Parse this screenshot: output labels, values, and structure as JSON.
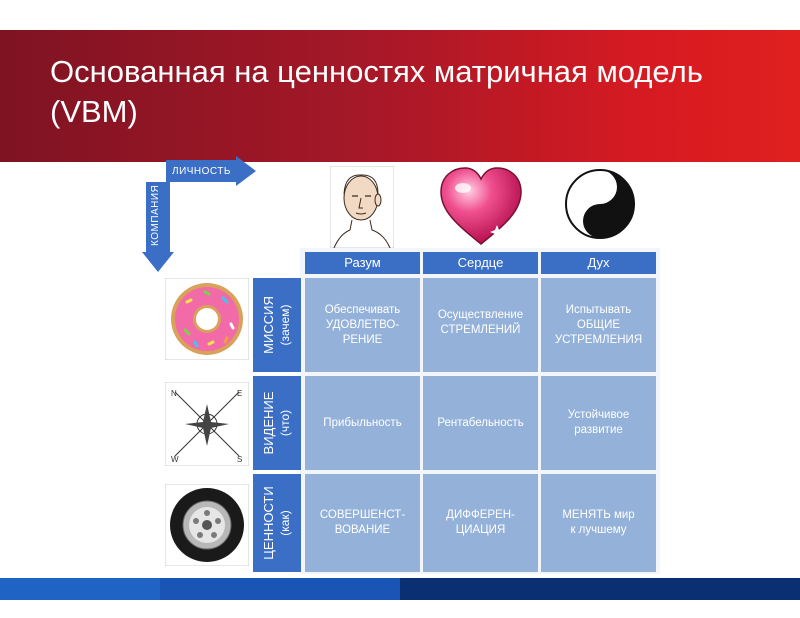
{
  "slide": {
    "title": "Основанная на ценностях матричная модель (VBM)",
    "colors": {
      "title_bar_left": "#7f1322",
      "title_bar_right": "#e0201f",
      "header_blue": "#3a6fc5",
      "cell_blue": "#94b1d9",
      "footer_dark": "#0b2f73",
      "footer_mid": "#1a55b5",
      "footer_light": "#2468c8"
    }
  },
  "axes": {
    "personality": "ЛИЧНОСТЬ",
    "company": "КОМПАНИЯ"
  },
  "icons": {
    "columns": [
      "head-icon",
      "heart-icon",
      "yin-yang-icon"
    ],
    "rows": [
      "donut-icon",
      "compass-icon",
      "wheel-icon"
    ]
  },
  "matrix": {
    "columns": [
      "Разум",
      "Сердце",
      "Дух"
    ],
    "rows": [
      {
        "label": "МИССИЯ",
        "sub": "(зачем)",
        "cells": [
          "Обеспечивать\nУДОВЛЕТВО-\nРЕНИЕ",
          "Осуществление\nСТРЕМЛЕНИЙ",
          "Испытывать\nОБЩИЕ\nУСТРЕМЛЕНИЯ"
        ]
      },
      {
        "label": "ВИДЕНИЕ",
        "sub": "(что)",
        "cells": [
          "Прибыльность",
          "Рентабельность",
          "Устойчивое\nразвитие"
        ]
      },
      {
        "label": "ЦЕННОСТИ",
        "sub": "(как)",
        "cells": [
          "СОВЕРШЕНСТ-\nВОВАНИЕ",
          "ДИФФЕРЕН-\nЦИАЦИЯ",
          "МЕНЯТЬ мир\nк лучшему"
        ]
      }
    ]
  },
  "compass_letters": [
    "N",
    "E",
    "W",
    "S"
  ]
}
